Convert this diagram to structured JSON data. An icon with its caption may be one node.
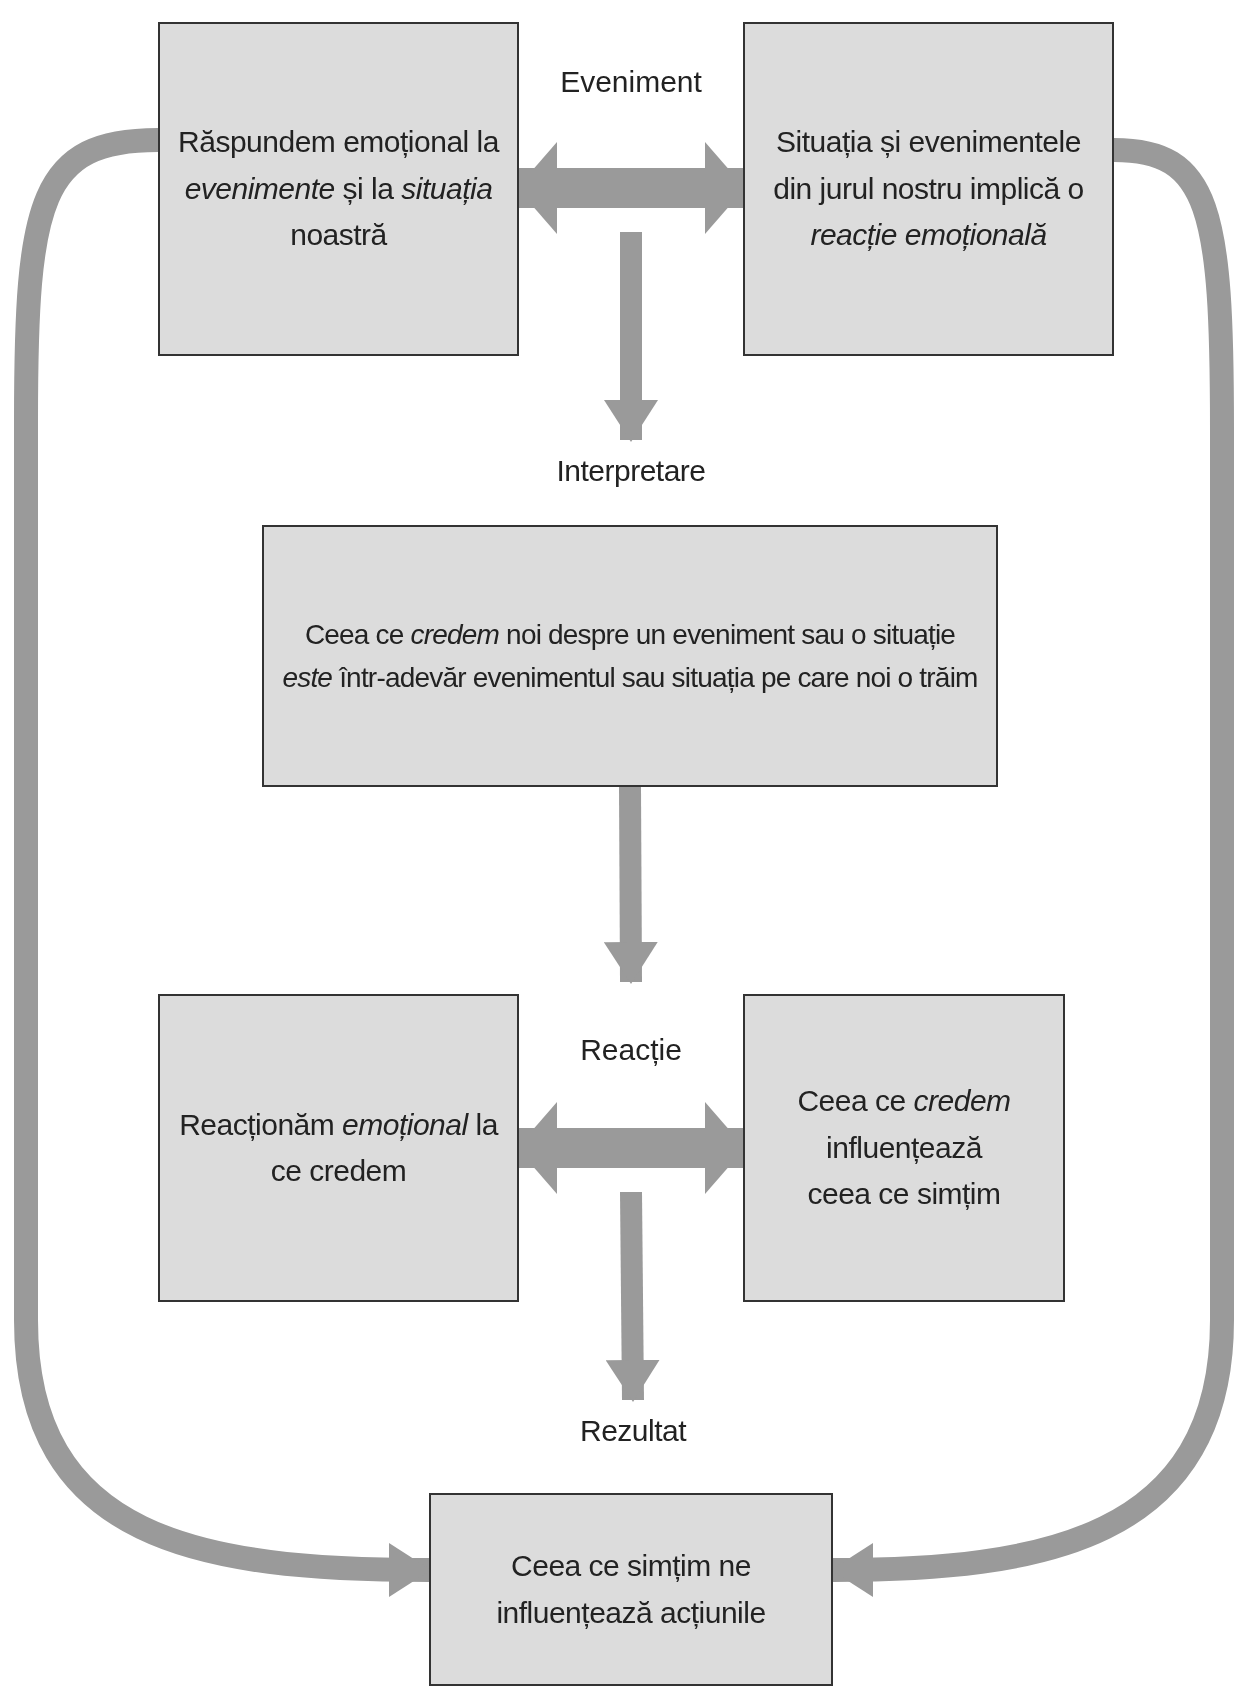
{
  "diagram": {
    "nodes": [
      {
        "text": [
          "Răspundem emoțional la *evenimente* și la *situația* noastră"
        ]
      },
      {
        "text": [
          "Situația și evenimentele din jurul nostru implică o *reacție emoțională*"
        ]
      },
      {
        "text": [
          "Interpretare"
        ]
      },
      {
        "text": [
          "Ceea ce *credem* noi despre un eveniment sau o situație *este* într-adevăr evenimentul sau situația pe care noi o trăim"
        ]
      },
      {
        "text": [
          "Reacționăm *emoțional* la ce credem"
        ]
      },
      {
        "text": [
          "Ceea ce *credem* influențează ceea ce simțim"
        ]
      },
      {
        "text": [
          "Rezultat"
        ]
      },
      {
        "text": [
          "Ceea ce simțim ne influențează acțiunile"
        ]
      }
    ],
    "edges": [
      {
        "from": 0,
        "to": 1,
        "arrow": "both",
        "label": "Eveniment"
      },
      {
        "from": null,
        "to": 2,
        "arrow": "to"
      },
      {
        "from": 3,
        "to": null,
        "arrow": "to"
      },
      {
        "from": 4,
        "to": 5,
        "arrow": "both",
        "label": "Reacție"
      },
      {
        "from": null,
        "to": 6,
        "arrow": "to"
      },
      {
        "from": 0,
        "to": 7,
        "arrow": "to"
      },
      {
        "from": 1,
        "to": 7,
        "arrow": "to"
      }
    ]
  }
}
